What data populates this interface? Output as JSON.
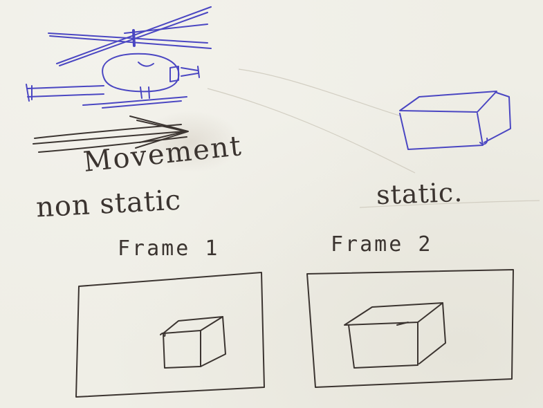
{
  "labels": {
    "movement": "Movement",
    "non_static": "non static",
    "static": "static.",
    "frame_1": "Frame 1",
    "frame_2": "Frame 2"
  },
  "colors": {
    "paper": "#efeee6",
    "blue_ink": "#4a46c2",
    "pencil": "#3b3430"
  }
}
